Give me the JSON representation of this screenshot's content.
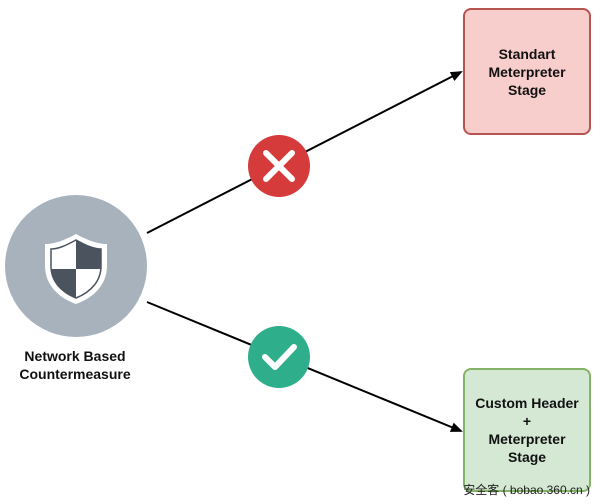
{
  "diagram": {
    "source_node": {
      "label": "Network Based\nCountermeasure",
      "icon": "shield-icon",
      "circle_color": "#a7b2bd"
    },
    "targets": [
      {
        "label": "Standart\nMeterpreter\nStage",
        "fill": "#f8cecc",
        "stroke": "#b85450",
        "status_icon": "x-icon",
        "status_color": "#d63b3b"
      },
      {
        "label": "Custom Header\n+\nMeterpreter\nStage",
        "fill": "#d5e8d4",
        "stroke": "#82b366",
        "status_icon": "check-icon",
        "status_color": "#2fae8c"
      }
    ]
  },
  "watermark": "安全客 ( bobao.360.cn )"
}
